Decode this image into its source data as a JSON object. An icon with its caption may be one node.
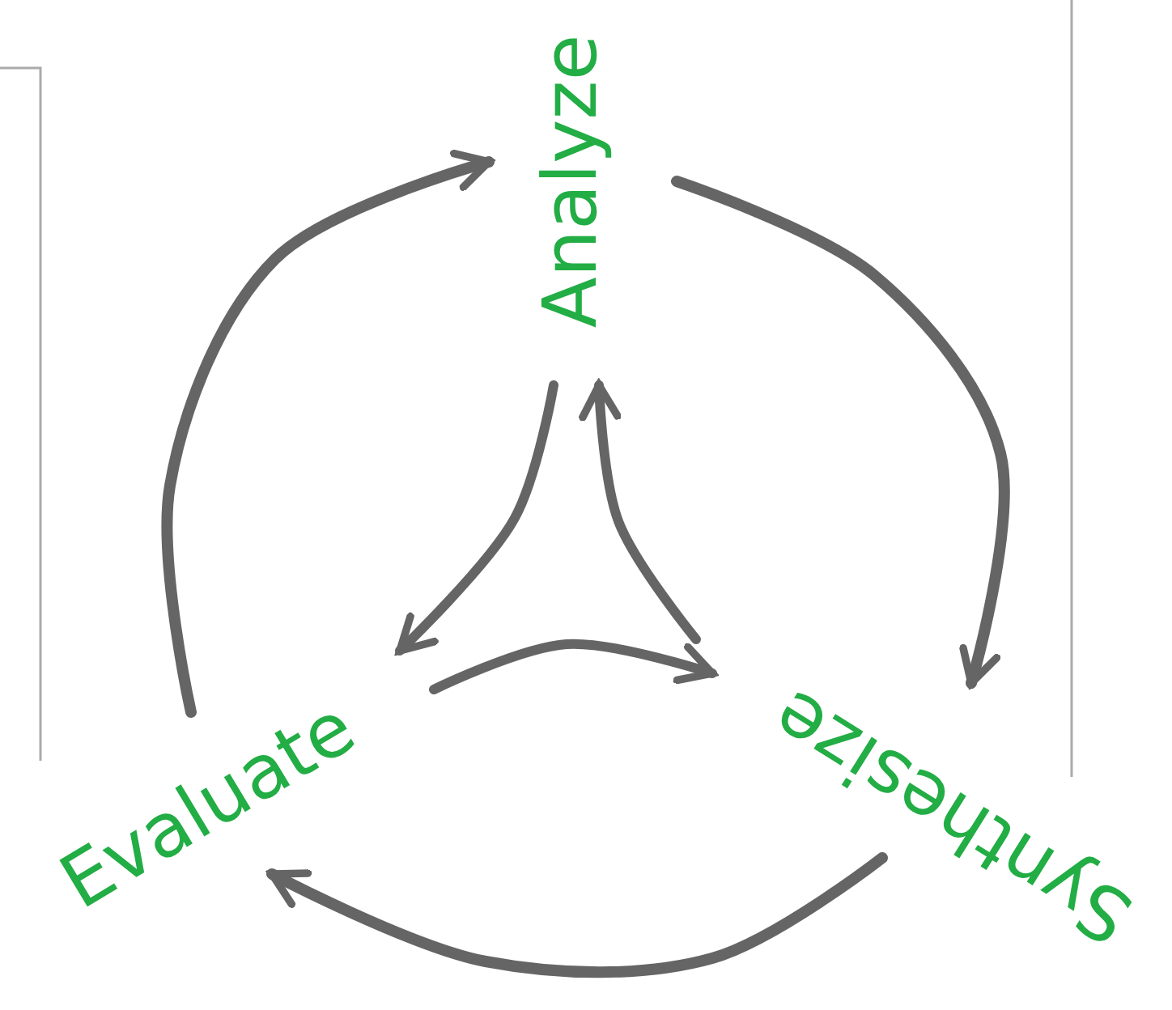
{
  "diagram": {
    "nodes": [
      {
        "text": [
          "Analyze"
        ]
      },
      {
        "text": [
          "Synthesize"
        ]
      },
      {
        "text": [
          "Evaluate"
        ]
      }
    ],
    "edges": [
      {
        "from": 0,
        "to": 1,
        "arrow": "to"
      },
      {
        "from": 1,
        "to": 2,
        "arrow": "to"
      },
      {
        "from": 2,
        "to": 0,
        "arrow": "to"
      }
    ]
  }
}
